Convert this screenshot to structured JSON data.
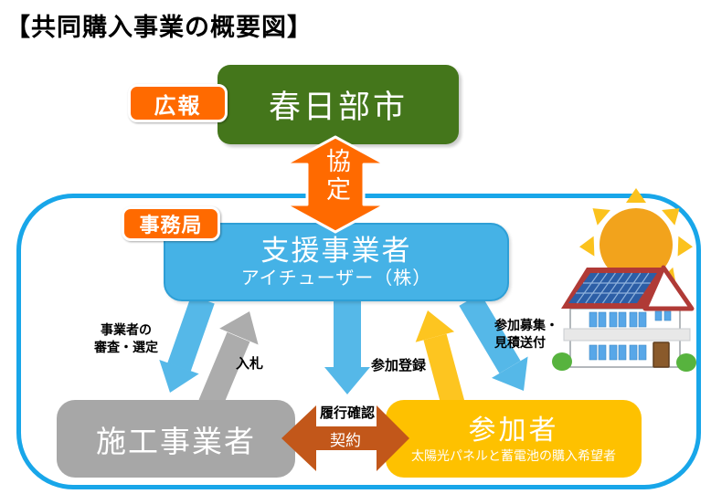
{
  "title": "【共同購入事業の概要図】",
  "tags": {
    "koho": "広報",
    "jimukyoku": "事務局"
  },
  "boxes": {
    "city": {
      "label": "春日部市"
    },
    "support": {
      "label": "支援事業者",
      "sub": "アイチューザー（株）"
    },
    "builder": {
      "label": "施工事業者"
    },
    "participant": {
      "label": "参加者",
      "sub": "太陽光パネルと蓄電池の購入希望者"
    }
  },
  "arrows": {
    "agreement": "協定",
    "review_line1": "事業者の",
    "review_line2": "審査・選定",
    "bid": "入札",
    "registration": "参加登録",
    "recruit_line1": "参加募集・",
    "recruit_line2": "見積送付",
    "fulfillment": "履行確認",
    "contract": "契約"
  },
  "illustration": {
    "sun": "sun-icon",
    "house": "solar-house-icon"
  },
  "colors": {
    "orange": "#FF6A00",
    "green": "#44761B",
    "support_blue": "#45B2E6",
    "frame_blue": "#18A6E9",
    "arrow_blue": "#55B8E8",
    "gray": "#A7A7A7",
    "participant_yellow": "#FEC100",
    "arrow_yellow": "#FDC520",
    "contract_orange": "#C2571A"
  }
}
